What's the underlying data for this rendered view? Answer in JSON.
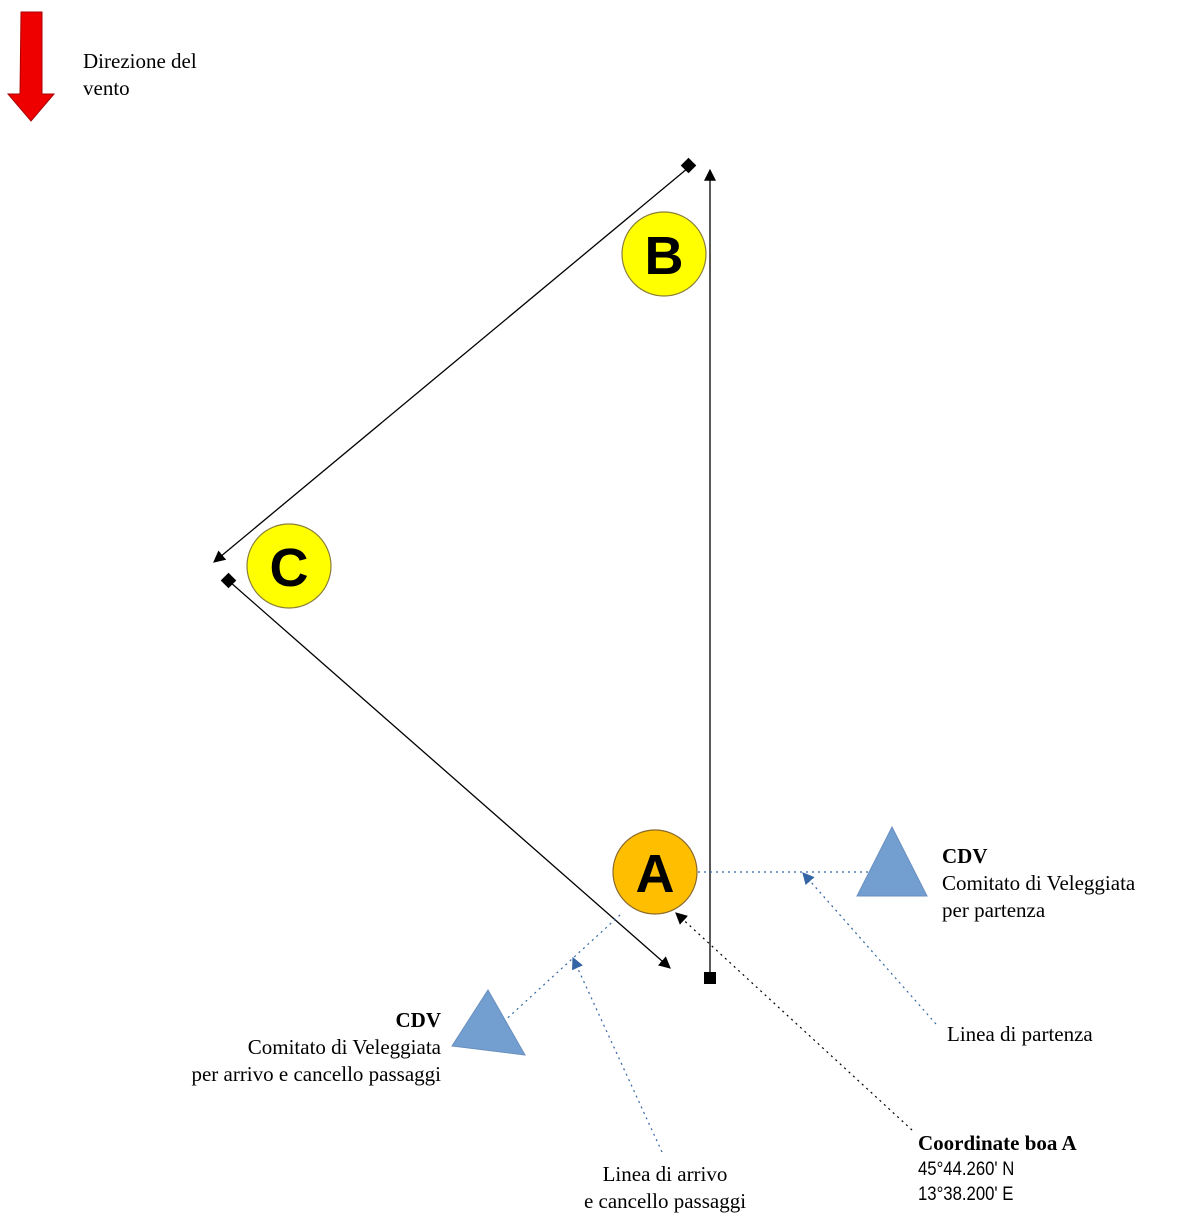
{
  "wind": {
    "label_line1": "Direzione del",
    "label_line2": "vento",
    "arrow_color": "#ee0000"
  },
  "buoys": [
    {
      "id": "A",
      "label": "A",
      "color": "#ffbf00"
    },
    {
      "id": "B",
      "label": "B",
      "color": "#ffff00"
    },
    {
      "id": "C",
      "label": "C",
      "color": "#ffff00"
    }
  ],
  "start_committee": {
    "title": "CDV",
    "line1": "Comitato di Veleggiata",
    "line2": "per partenza",
    "color": "#729fcf"
  },
  "finish_committee": {
    "title": "CDV",
    "line1": "Comitato di Veleggiata",
    "line2": "per arrivo e cancello passaggi",
    "color": "#729fcf"
  },
  "start_line": {
    "label": "Linea di partenza"
  },
  "finish_line": {
    "line1": "Linea di arrivo",
    "line2": "e cancello passaggi"
  },
  "buoy_a_coordinates": {
    "title": "Coordinate boa A",
    "lat": "45°44.260' N",
    "lon": "13°38.200' E"
  }
}
